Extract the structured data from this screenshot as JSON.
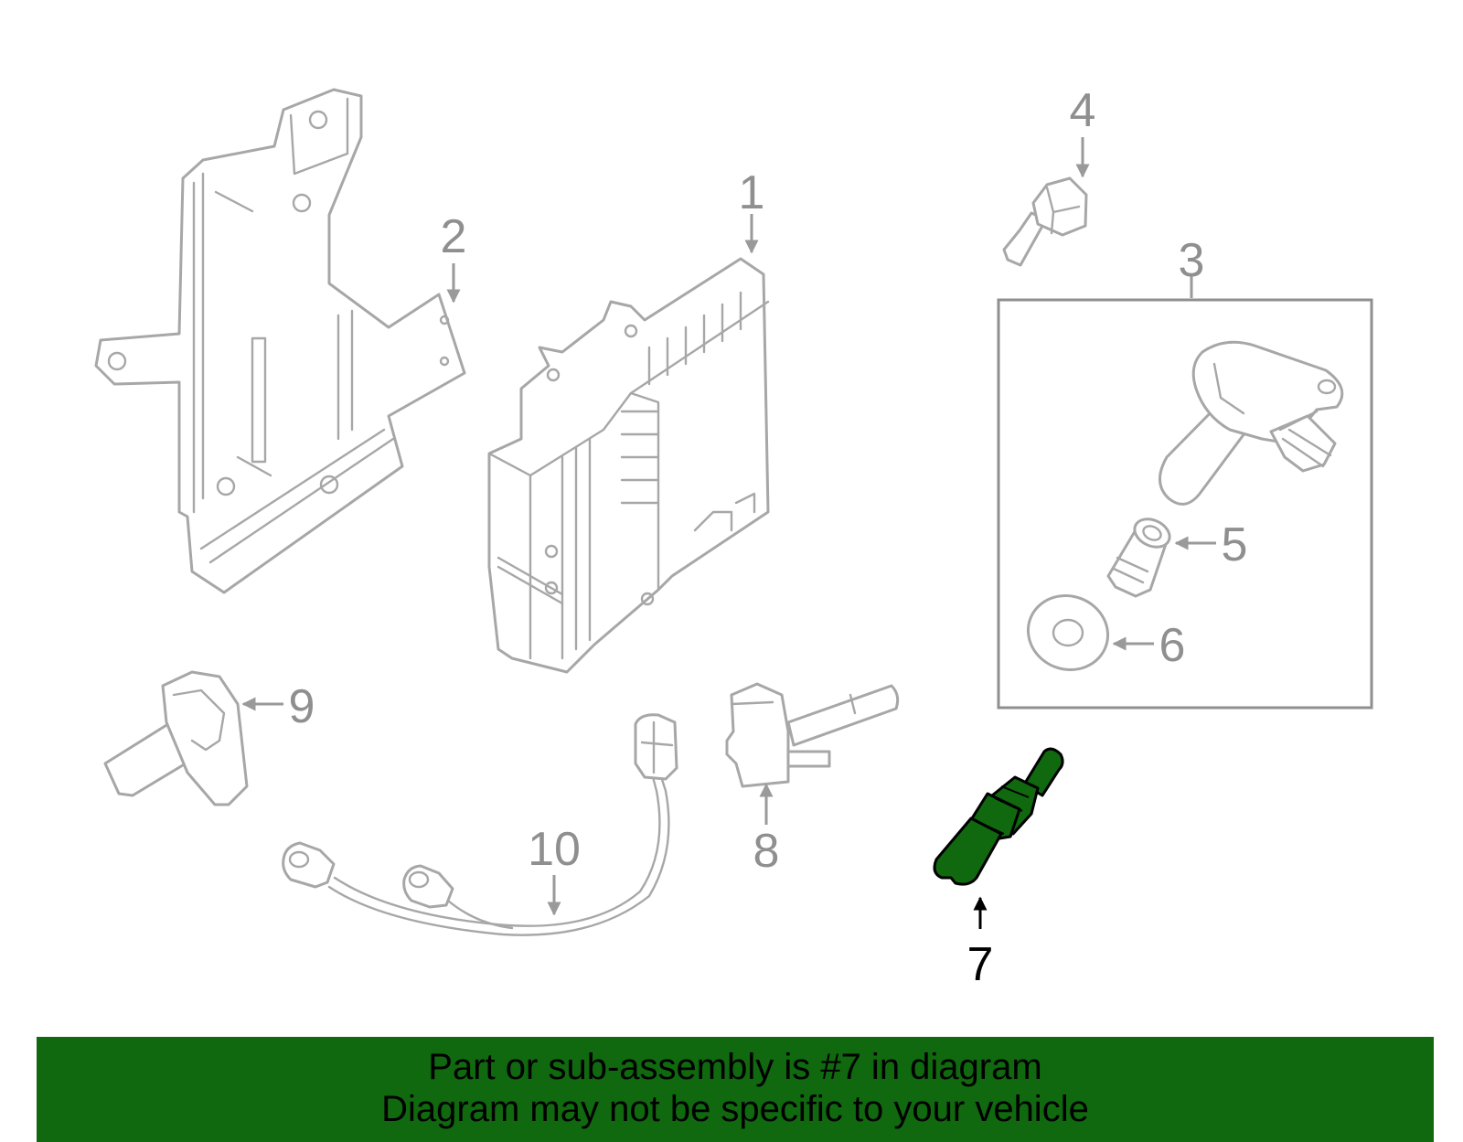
{
  "callouts": {
    "c1": "1",
    "c2": "2",
    "c3": "3",
    "c4": "4",
    "c5": "5",
    "c6": "6",
    "c7": "7",
    "c8": "8",
    "c9": "9",
    "c10": "10"
  },
  "highlight": {
    "part_number": "7",
    "color": "#10680f"
  },
  "banner": {
    "line1": "Part or sub-assembly is #7 in diagram",
    "line2": "Diagram may not be specific to your vehicle",
    "background": "#10680f"
  }
}
